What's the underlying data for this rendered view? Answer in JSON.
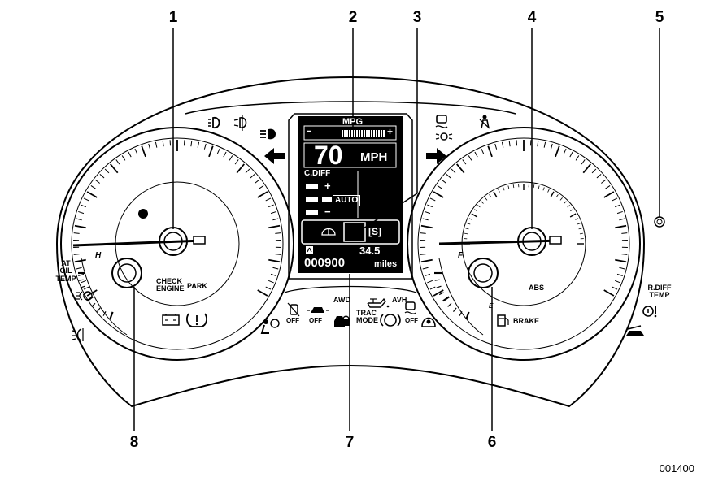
{
  "callouts": [
    "1",
    "2",
    "3",
    "4",
    "5",
    "6",
    "7",
    "8"
  ],
  "display": {
    "mpg_label": "MPG",
    "minus": "−",
    "plus": "+",
    "speed": "70",
    "speed_unit": "MPH",
    "cdiff_label": "C.DIFF",
    "cdiff_plus": "+",
    "cdiff_auto": "AUTO",
    "cdiff_minus": "−",
    "mode": "[S]",
    "fuel_economy": "34.5",
    "odometer": "000900",
    "odometer_unit": "miles"
  },
  "left_gauge": {
    "hot_mark": "H",
    "check_engine": "CHECK ENGINE",
    "park": "PARK"
  },
  "right_gauge": {
    "full_mark": "F",
    "empty_mark": "E",
    "abs": "ABS",
    "brake": "BRAKE"
  },
  "outer_labels": {
    "at_oil_temp": "AT OIL TEMP",
    "r_diff_temp": "R.DIFF TEMP"
  },
  "lower_panel": {
    "awd": "AWD",
    "avh": "AVH",
    "trac_mode": "TRAC MODE",
    "off_1": "OFF",
    "off_2": "OFF",
    "off_3": "OFF"
  },
  "figure_code": "001400"
}
